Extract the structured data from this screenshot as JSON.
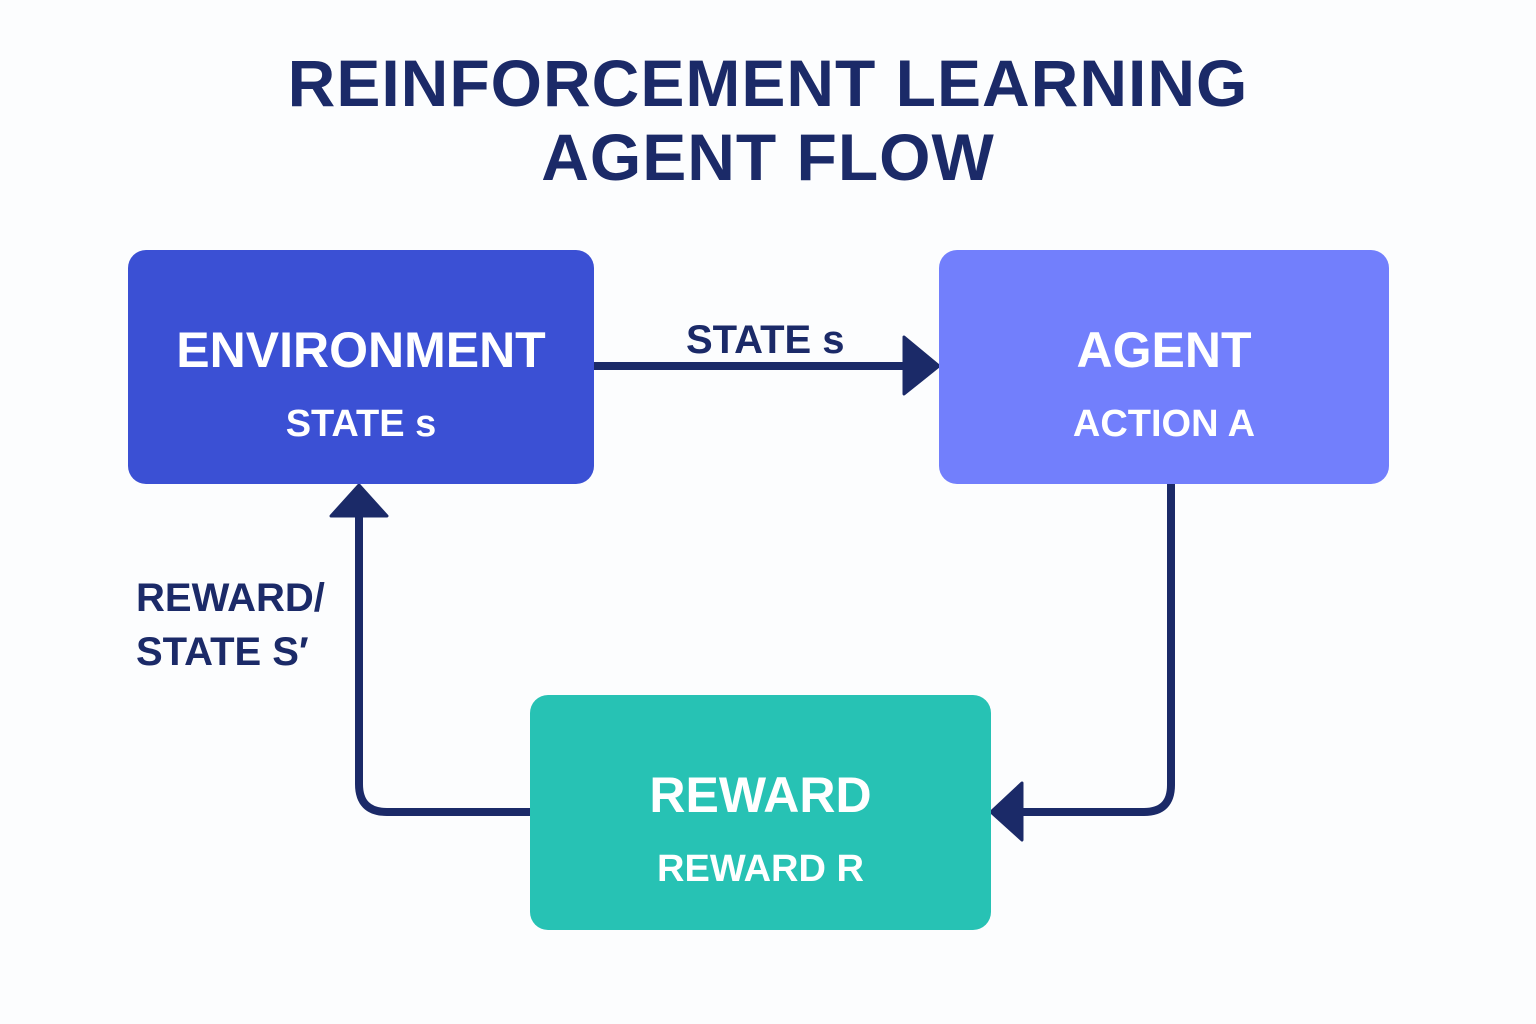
{
  "title": {
    "line1": "REINFORCEMENT LEARNING",
    "line2": "AGENT FLOW"
  },
  "nodes": {
    "environment": {
      "title": "ENVIRONMENT",
      "subtitle": "STATE s",
      "color": "#3b50d4"
    },
    "agent": {
      "title": "AGENT",
      "subtitle": "ACTION A",
      "color": "#727ffc"
    },
    "reward": {
      "title": "REWARD",
      "subtitle": "REWARD R",
      "color": "#27c2b4"
    }
  },
  "edges": {
    "env_to_agent": {
      "label": "STATE s"
    },
    "agent_to_reward": {
      "label": ""
    },
    "reward_to_env": {
      "label_line1": "REWARD/",
      "label_line2": "STATE S′"
    }
  },
  "colors": {
    "text_dark": "#1b2a68",
    "arrow": "#1b2a68",
    "background": "#fcfdfe"
  }
}
